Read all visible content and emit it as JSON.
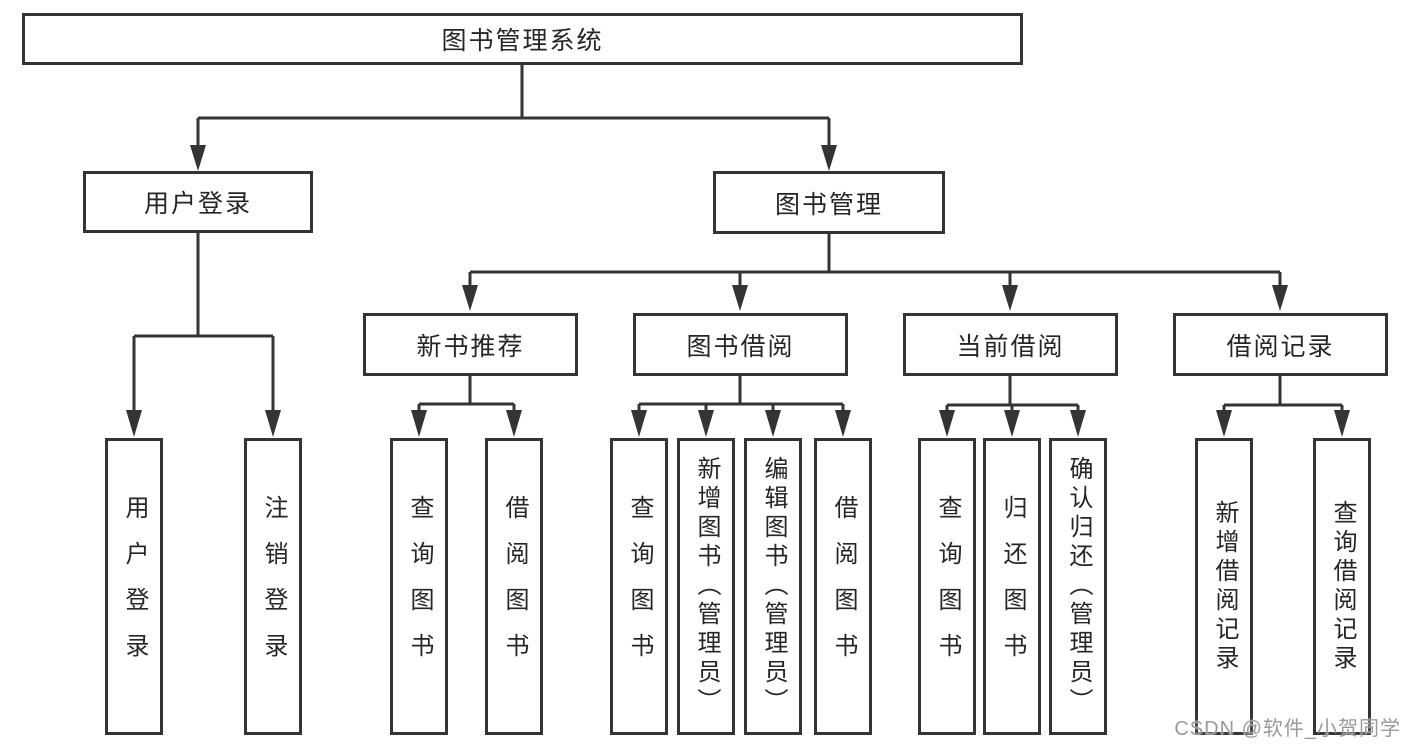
{
  "diagram": {
    "title": "图书管理系统",
    "colors": {
      "line": "#343434",
      "text": "#262626",
      "background": "#ffffff",
      "watermark": "#9a9a9a"
    },
    "tree": {
      "label": "图书管理系统",
      "children": [
        {
          "label": "用户登录",
          "children": [
            {
              "label": "用户登录"
            },
            {
              "label": "注销登录"
            }
          ]
        },
        {
          "label": "图书管理",
          "children": [
            {
              "label": "新书推荐",
              "children": [
                {
                  "label": "查询图书"
                },
                {
                  "label": "借阅图书"
                }
              ]
            },
            {
              "label": "图书借阅",
              "children": [
                {
                  "label": "查询图书"
                },
                {
                  "label": "新增图书（管理员）"
                },
                {
                  "label": "编辑图书（管理员）"
                },
                {
                  "label": "借阅图书"
                }
              ]
            },
            {
              "label": "当前借阅",
              "children": [
                {
                  "label": "查询图书"
                },
                {
                  "label": "归还图书"
                },
                {
                  "label": "确认归还（管理员）"
                }
              ]
            },
            {
              "label": "借阅记录",
              "children": [
                {
                  "label": "新增借阅记录"
                },
                {
                  "label": "查询借阅记录"
                }
              ]
            }
          ]
        }
      ]
    }
  },
  "watermark": {
    "text": "CSDN @软件_小贺同学"
  }
}
